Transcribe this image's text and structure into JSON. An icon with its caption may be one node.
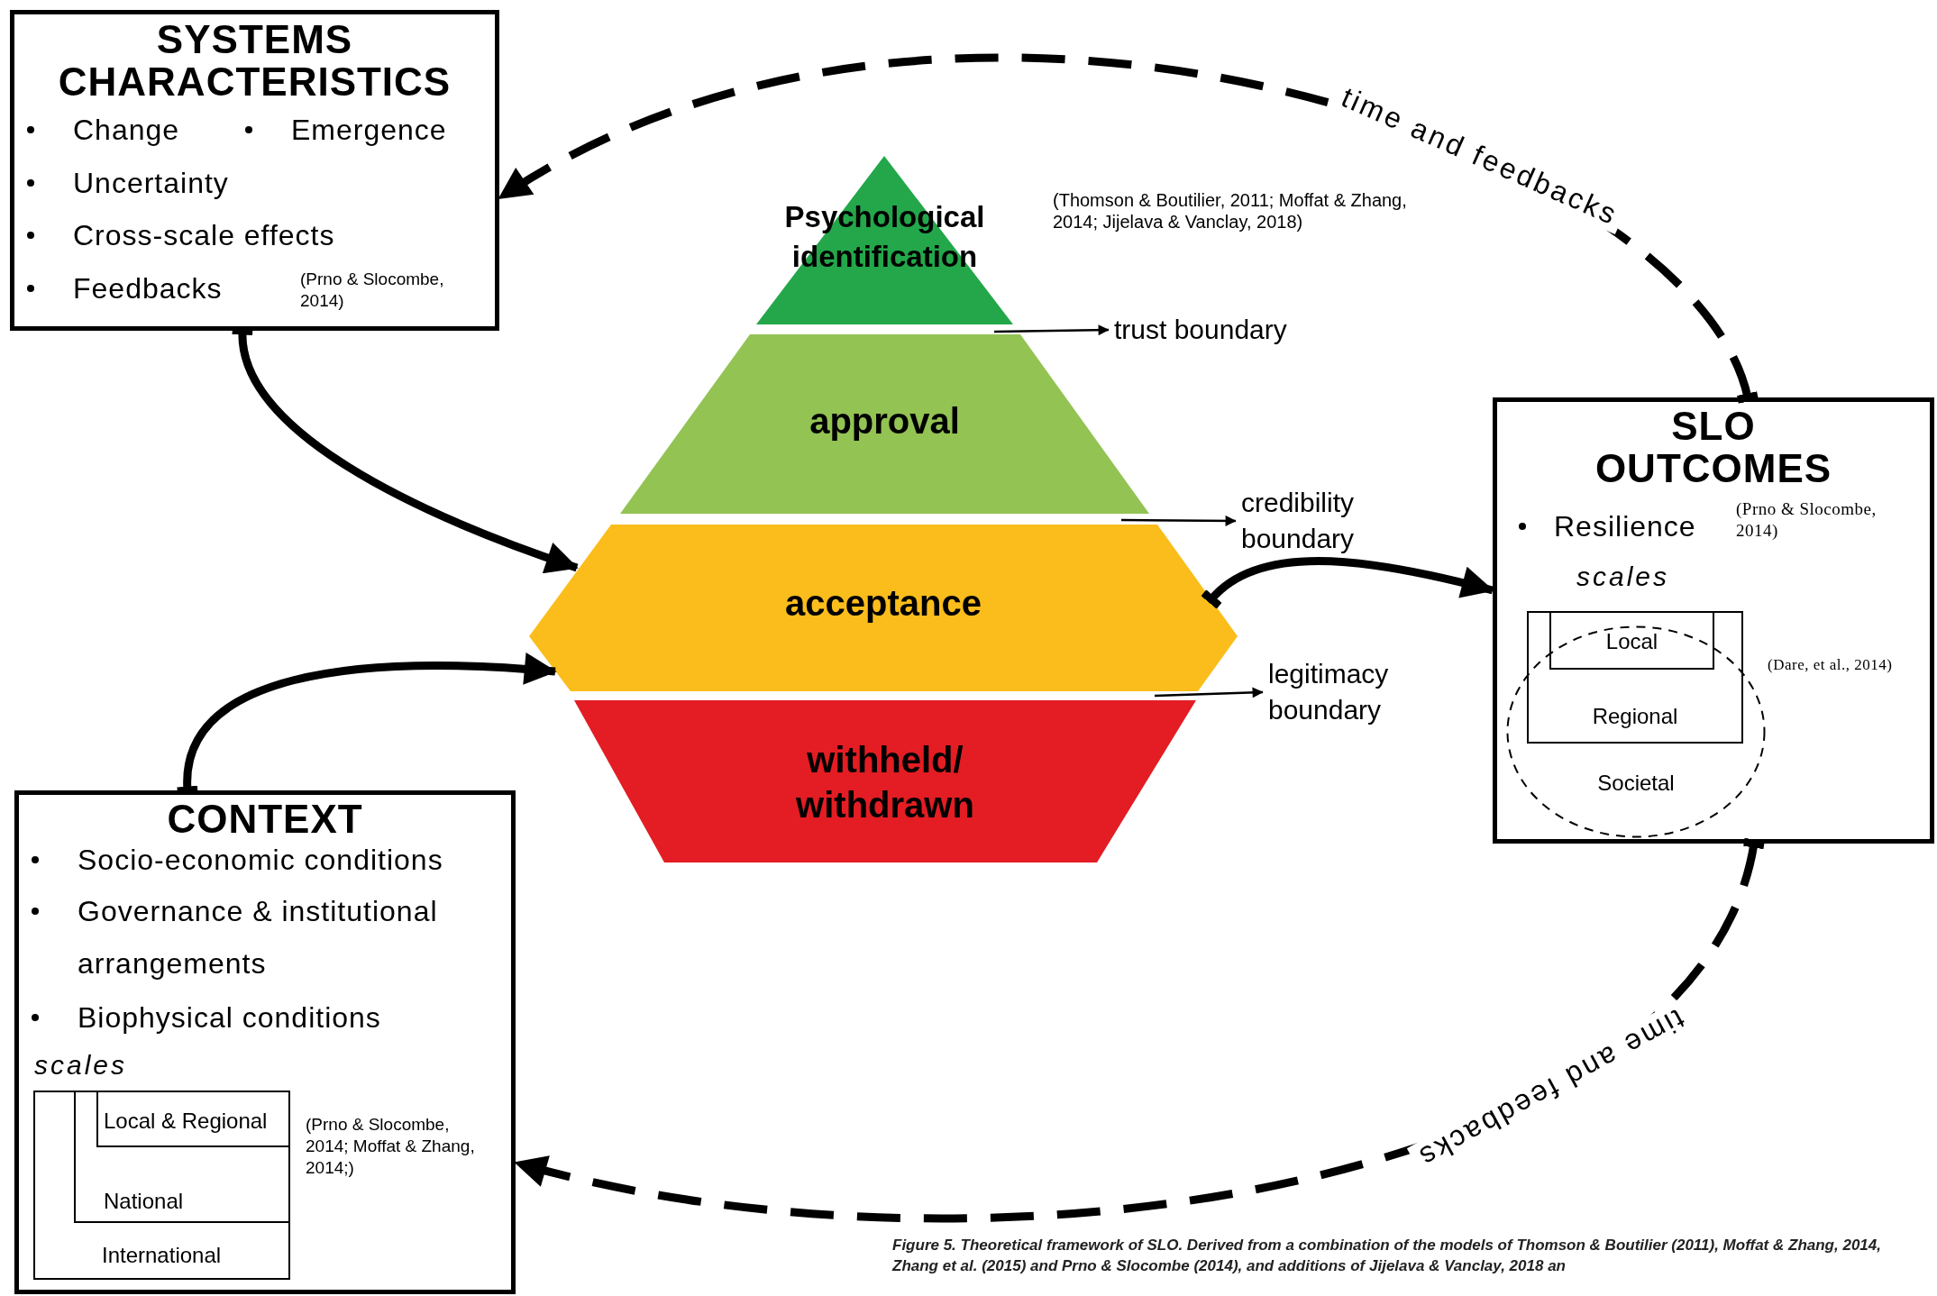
{
  "diagram": {
    "caption": "Figure 5. Theoretical framework of SLO. Derived from a combination of the models of Thomson & Boutilier (2011), Moffat & Zhang, 2014, Zhang et al. (2015) and Prno & Slocombe (2014), and additions of Jijelava & Vanclay, 2018 an",
    "nodes": [
      {
        "text": [
          "SYSTEMS CHARACTERISTICS",
          "Change",
          "Emergence",
          "Uncertainty",
          "Cross-scale effects",
          "Feedbacks",
          "(Prno & Slocombe, 2014)"
        ]
      },
      {
        "text": [
          "CONTEXT",
          "Socio-economic conditions",
          "Governance & institutional arrangements",
          "Biophysical conditions",
          "scales",
          "(Prno & Slocombe, 2014; Moffat & Zhang, 2014;)"
        ]
      },
      {
        "text": [
          "International"
        ],
        "in": 1
      },
      {
        "text": [
          "National"
        ],
        "in": 2
      },
      {
        "text": [
          "Local & Regional"
        ],
        "in": 3
      },
      {
        "text": [
          "SLO OUTCOMES",
          "Resilience",
          "(Prno & Slocombe, 2014)",
          "scales",
          "(Dare, et al., 2014)"
        ]
      },
      {
        "text": [
          "Regional"
        ],
        "in": 5
      },
      {
        "text": [
          "Local"
        ],
        "in": 6
      },
      {
        "text": [
          "Societal"
        ],
        "in": 5
      },
      {
        "text": [
          "Psychological identification"
        ],
        "beside": [
          "(Thomson & Boutilier, 2011; Moffat & Zhang, 2014; Jijelava & Vanclay, 2018)"
        ]
      },
      {
        "text": [
          "approval"
        ]
      },
      {
        "text": [
          "acceptance"
        ]
      },
      {
        "text": [
          "withheld/ withdrawn"
        ]
      },
      {
        "text": [
          "trust boundary"
        ]
      },
      {
        "text": [
          "credibility boundary"
        ]
      },
      {
        "text": [
          "legitimacy boundary"
        ]
      }
    ],
    "edges": [
      {
        "from": 0,
        "to": 11,
        "arrow": "to"
      },
      {
        "from": 1,
        "to": 11,
        "arrow": "to"
      },
      {
        "from": 11,
        "to": 5,
        "arrow": "to"
      },
      {
        "from": 5,
        "to": 0,
        "arrow": "to",
        "style": "dashed",
        "label": "time and feedbacks"
      },
      {
        "from": 5,
        "to": 1,
        "arrow": "to",
        "style": "dashed",
        "label": "time and feedbacks"
      },
      {
        "from": 10,
        "to": 13,
        "arrow": "to"
      },
      {
        "from": 11,
        "to": 14,
        "arrow": "to"
      },
      {
        "from": 12,
        "to": 15,
        "arrow": "to"
      }
    ]
  }
}
